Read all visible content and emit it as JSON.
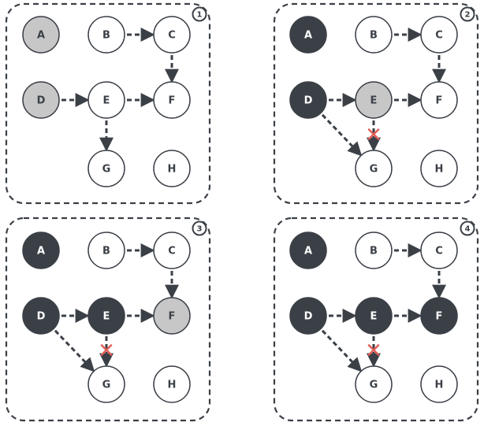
{
  "colors": {
    "dark": "#3b4047",
    "gray": "#c7c7c7",
    "white": "#ffffff",
    "stroke": "#3b4047",
    "cross": "#e0605a"
  },
  "nodes": {
    "A": "A",
    "B": "B",
    "C": "C",
    "D": "D",
    "E": "E",
    "F": "F",
    "G": "G",
    "H": "H"
  },
  "panels": [
    {
      "badge": "1",
      "fills": {
        "A": "gray",
        "B": "white",
        "C": "white",
        "D": "gray",
        "E": "white",
        "F": "white",
        "G": "white",
        "H": "white"
      },
      "edges": [
        {
          "from": "B",
          "to": "C"
        },
        {
          "from": "C",
          "to": "F"
        },
        {
          "from": "D",
          "to": "E"
        },
        {
          "from": "E",
          "to": "F"
        },
        {
          "from": "E",
          "to": "G"
        }
      ],
      "crossed": []
    },
    {
      "badge": "2",
      "fills": {
        "A": "dark",
        "B": "white",
        "C": "white",
        "D": "dark",
        "E": "gray",
        "F": "white",
        "G": "white",
        "H": "white"
      },
      "edges": [
        {
          "from": "B",
          "to": "C"
        },
        {
          "from": "C",
          "to": "F"
        },
        {
          "from": "D",
          "to": "E"
        },
        {
          "from": "E",
          "to": "F"
        },
        {
          "from": "E",
          "to": "G"
        },
        {
          "from": "D",
          "to": "G"
        }
      ],
      "crossed": [
        {
          "from": "E",
          "to": "G"
        }
      ]
    },
    {
      "badge": "3",
      "fills": {
        "A": "dark",
        "B": "white",
        "C": "white",
        "D": "dark",
        "E": "dark",
        "F": "gray",
        "G": "white",
        "H": "white"
      },
      "edges": [
        {
          "from": "B",
          "to": "C"
        },
        {
          "from": "C",
          "to": "F"
        },
        {
          "from": "D",
          "to": "E"
        },
        {
          "from": "E",
          "to": "F"
        },
        {
          "from": "E",
          "to": "G"
        },
        {
          "from": "D",
          "to": "G"
        }
      ],
      "crossed": [
        {
          "from": "E",
          "to": "G"
        }
      ]
    },
    {
      "badge": "4",
      "fills": {
        "A": "dark",
        "B": "white",
        "C": "white",
        "D": "dark",
        "E": "dark",
        "F": "dark",
        "G": "white",
        "H": "white"
      },
      "edges": [
        {
          "from": "B",
          "to": "C"
        },
        {
          "from": "C",
          "to": "F"
        },
        {
          "from": "D",
          "to": "E"
        },
        {
          "from": "E",
          "to": "F"
        },
        {
          "from": "E",
          "to": "G"
        },
        {
          "from": "D",
          "to": "G"
        }
      ],
      "crossed": [
        {
          "from": "E",
          "to": "G"
        }
      ]
    }
  ]
}
